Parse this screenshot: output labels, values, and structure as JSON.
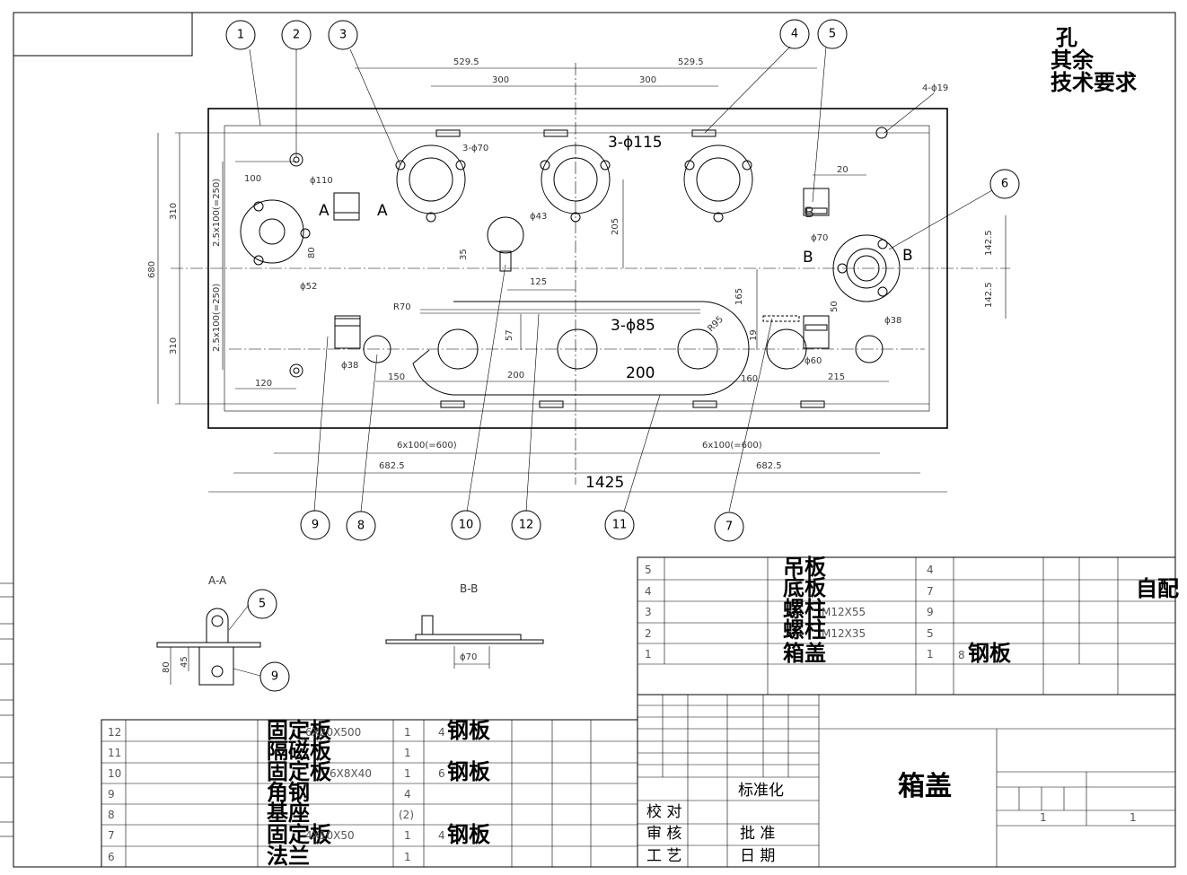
{
  "notes": {
    "line1": "孔",
    "line2": "其余",
    "line3": "技术要求"
  },
  "title_block": {
    "part_name": "箱盖",
    "material_note": "自配",
    "check_label": "校 对",
    "review_label": "审 核",
    "craft_label": "工 艺",
    "std_label": "标准化",
    "approve_label": "批 准",
    "date_label": "日 期"
  },
  "balloons": [
    "1",
    "2",
    "3",
    "4",
    "5",
    "6",
    "7",
    "8",
    "9",
    "10",
    "11",
    "12"
  ],
  "section_labels": {
    "aa": "A-A",
    "bb": "B-B",
    "a": "A",
    "b": "B"
  },
  "section_dims": {
    "aa_h1": "80",
    "aa_h2": "45",
    "bb_d": "ϕ70"
  },
  "section_balloons": [
    "5",
    "9"
  ],
  "dims": {
    "d529_left": "529.5",
    "d529_right": "529.5",
    "d300_left": "300",
    "d300_right": "300",
    "d4_19": "4-ϕ19",
    "d3_70": "3-ϕ70",
    "d3_115": "3-ϕ115",
    "d110": "ϕ110",
    "d100": "100",
    "d52": "ϕ52",
    "d43": "ϕ43",
    "d205": "205",
    "d35": "35",
    "d125": "125",
    "d20": "20",
    "d70": "ϕ70",
    "d142_top": "142.5",
    "d142_bot": "142.5",
    "d310_top": "310",
    "d310_bot": "310",
    "d680": "680",
    "d80": "80",
    "d25_top": "2.5x100(=250)",
    "d25_bot": "2.5x100(=250)",
    "r70": "R70",
    "r95": "R95",
    "d57": "57",
    "d165": "165",
    "d19": "19",
    "d50": "50",
    "d3_85": "3-ϕ85",
    "d38_right": "ϕ38",
    "d38_left": "ϕ38",
    "d60": "ϕ60",
    "d150": "150",
    "d200a": "200",
    "d200b": "200",
    "d160": "160",
    "d215": "215",
    "d120": "120",
    "d6x100_left": "6x100(=600)",
    "d6x100_right": "6x100(=600)",
    "d682_left": "682.5",
    "d682_right": "682.5",
    "d1425": "1425"
  },
  "upper_bom": [
    {
      "no": "5",
      "name": "吊板",
      "qty": "4",
      "mat": ""
    },
    {
      "no": "4",
      "name": "底板",
      "qty": "7",
      "mat": ""
    },
    {
      "no": "3",
      "name": "螺柱",
      "spec": "M12X55",
      "qty": "9",
      "mat": ""
    },
    {
      "no": "2",
      "name": "螺柱",
      "spec": "M12X35",
      "qty": "5",
      "mat": ""
    },
    {
      "no": "1",
      "name": "箱盖",
      "qty": "1",
      "mat_prefix": "8",
      "mat": "钢板"
    }
  ],
  "lower_bom": [
    {
      "no": "12",
      "name": "固定板",
      "spec": "6X20X500",
      "qty": "1",
      "mat_prefix": "4",
      "mat": "钢板"
    },
    {
      "no": "11",
      "name": "隔磁板",
      "spec": "",
      "qty": "1",
      "mat_prefix": "",
      "mat": ""
    },
    {
      "no": "10",
      "name": "固定板",
      "spec": "6X8X40",
      "qty": "1",
      "mat_prefix": "6",
      "mat": "钢板"
    },
    {
      "no": "9",
      "name": "角钢",
      "spec": "",
      "qty": "4",
      "mat_prefix": "",
      "mat": ""
    },
    {
      "no": "8",
      "name": "基座",
      "spec": "",
      "qty": "(2)",
      "mat_prefix": "",
      "mat": ""
    },
    {
      "no": "7",
      "name": "固定板",
      "spec": "4X10X50",
      "qty": "1",
      "mat_prefix": "4",
      "mat": "钢板"
    },
    {
      "no": "6",
      "name": "法兰",
      "spec": "",
      "qty": "1",
      "mat_prefix": "",
      "mat": ""
    }
  ],
  "scale_marks": [
    "1",
    "1"
  ]
}
